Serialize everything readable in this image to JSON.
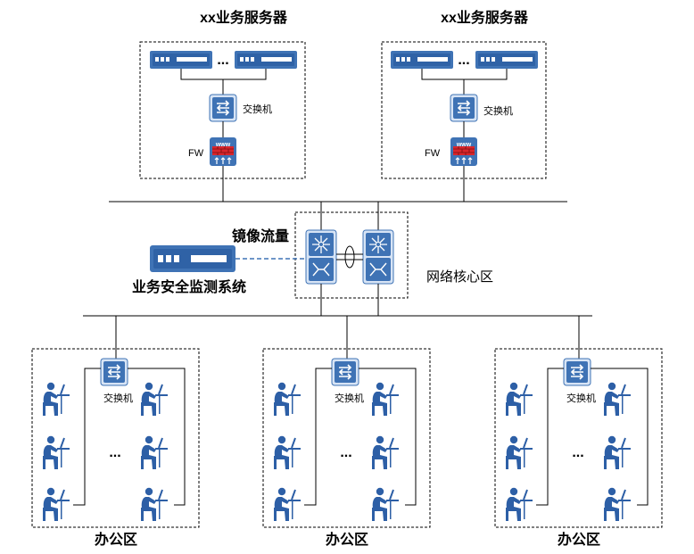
{
  "server_zone_left": {
    "title": "xx业务服务器",
    "ellipsis": "...",
    "switch_label": "交换机",
    "fw_label": "FW"
  },
  "server_zone_right": {
    "title": "xx业务服务器",
    "ellipsis": "...",
    "switch_label": "交换机",
    "fw_label": "FW"
  },
  "core": {
    "mirror_label": "镜像流量",
    "area_label": "网络核心区"
  },
  "monitor": {
    "label": "业务安全监测系统"
  },
  "offices": [
    {
      "title": "办公区",
      "switch_label": "交换机",
      "ellipsis": "..."
    },
    {
      "title": "办公区",
      "switch_label": "交换机",
      "ellipsis": "..."
    },
    {
      "title": "办公区",
      "switch_label": "交换机",
      "ellipsis": "..."
    }
  ],
  "fw_icon_text": "www",
  "colors": {
    "device_blue": "#3F73B5",
    "device_dark": "#2A5490",
    "device_light": "#D7E4F5",
    "fw_red": "#D9262C",
    "user_blue": "#2D5FA6",
    "dash_link": "#3F73B5"
  },
  "icons": [
    "server-icon",
    "switch-icon",
    "firewall-icon",
    "core-switch-icon",
    "user-workstation-icon"
  ]
}
